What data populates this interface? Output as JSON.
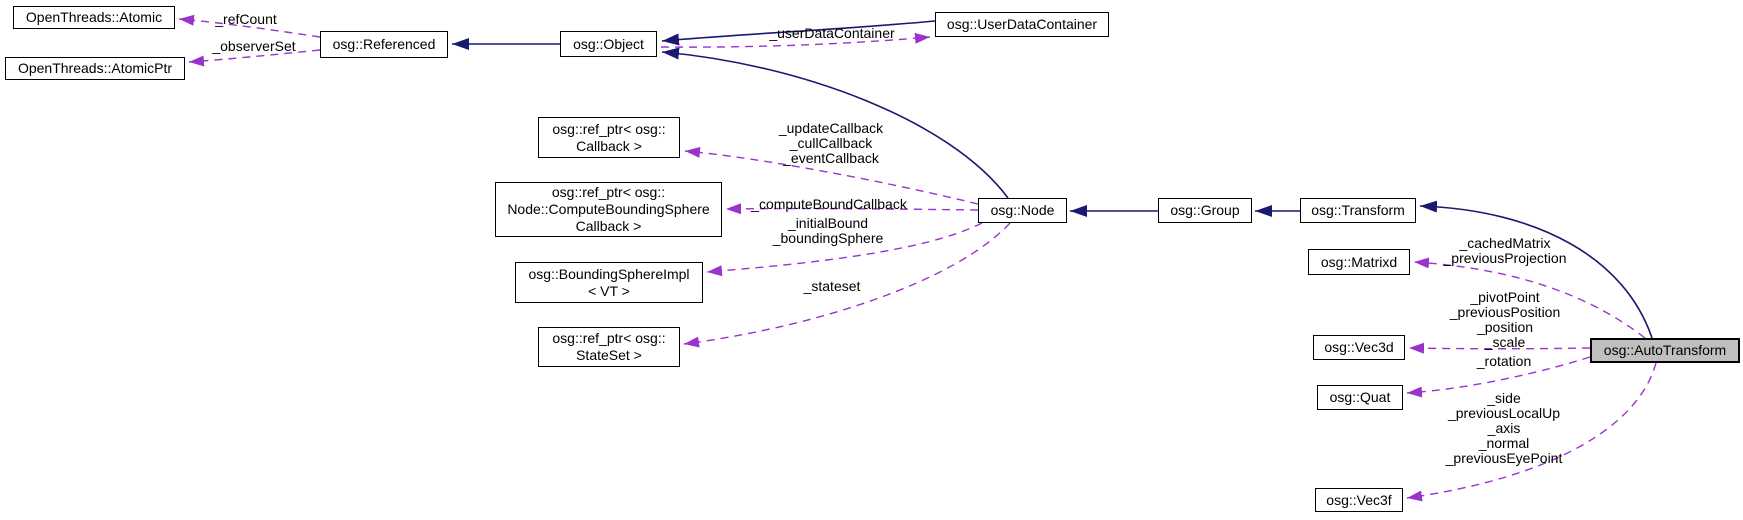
{
  "diagram": {
    "kind": "collaboration-graph",
    "colors": {
      "inheritance_edge": "#191970",
      "usage_edge": "#9A32CD",
      "node_fill": "#FFFFFF",
      "node_border": "#000000",
      "current_node_fill": "#BFBFBF",
      "text": "#000000"
    },
    "nodes": [
      {
        "label": "OpenThreads::Atomic"
      },
      {
        "label": "OpenThreads::AtomicPtr"
      },
      {
        "label": "osg::Referenced"
      },
      {
        "label": "osg::Object"
      },
      {
        "label": "osg::UserDataContainer"
      },
      {
        "label": "osg::ref_ptr< osg::\nCallback >"
      },
      {
        "label": "osg::ref_ptr< osg::\nNode::ComputeBoundingSphere\nCallback >"
      },
      {
        "label": "osg::BoundingSphereImpl\n< VT >"
      },
      {
        "label": "osg::ref_ptr< osg::\nStateSet >"
      },
      {
        "label": "osg::Node"
      },
      {
        "label": "osg::Group"
      },
      {
        "label": "osg::Transform"
      },
      {
        "label": "osg::Matrixd"
      },
      {
        "label": "osg::Vec3d"
      },
      {
        "label": "osg::Quat"
      },
      {
        "label": "osg::Vec3f"
      },
      {
        "label": "osg::AutoTransform",
        "current": true
      }
    ],
    "edge_labels": [
      {
        "text": "_refCount"
      },
      {
        "text": "_observerSet"
      },
      {
        "text": "_userDataContainer"
      },
      {
        "text": "_updateCallback\n_cullCallback\n_eventCallback"
      },
      {
        "text": "_computeBoundCallback"
      },
      {
        "text": "_initialBound\n_boundingSphere"
      },
      {
        "text": "_stateset"
      },
      {
        "text": "_cachedMatrix\n_previousProjection"
      },
      {
        "text": "_pivotPoint\n_previousPosition\n_position\n_scale"
      },
      {
        "text": "_rotation"
      },
      {
        "text": "_side\n_previousLocalUp\n_axis\n_normal\n_previousEyePoint"
      }
    ]
  }
}
